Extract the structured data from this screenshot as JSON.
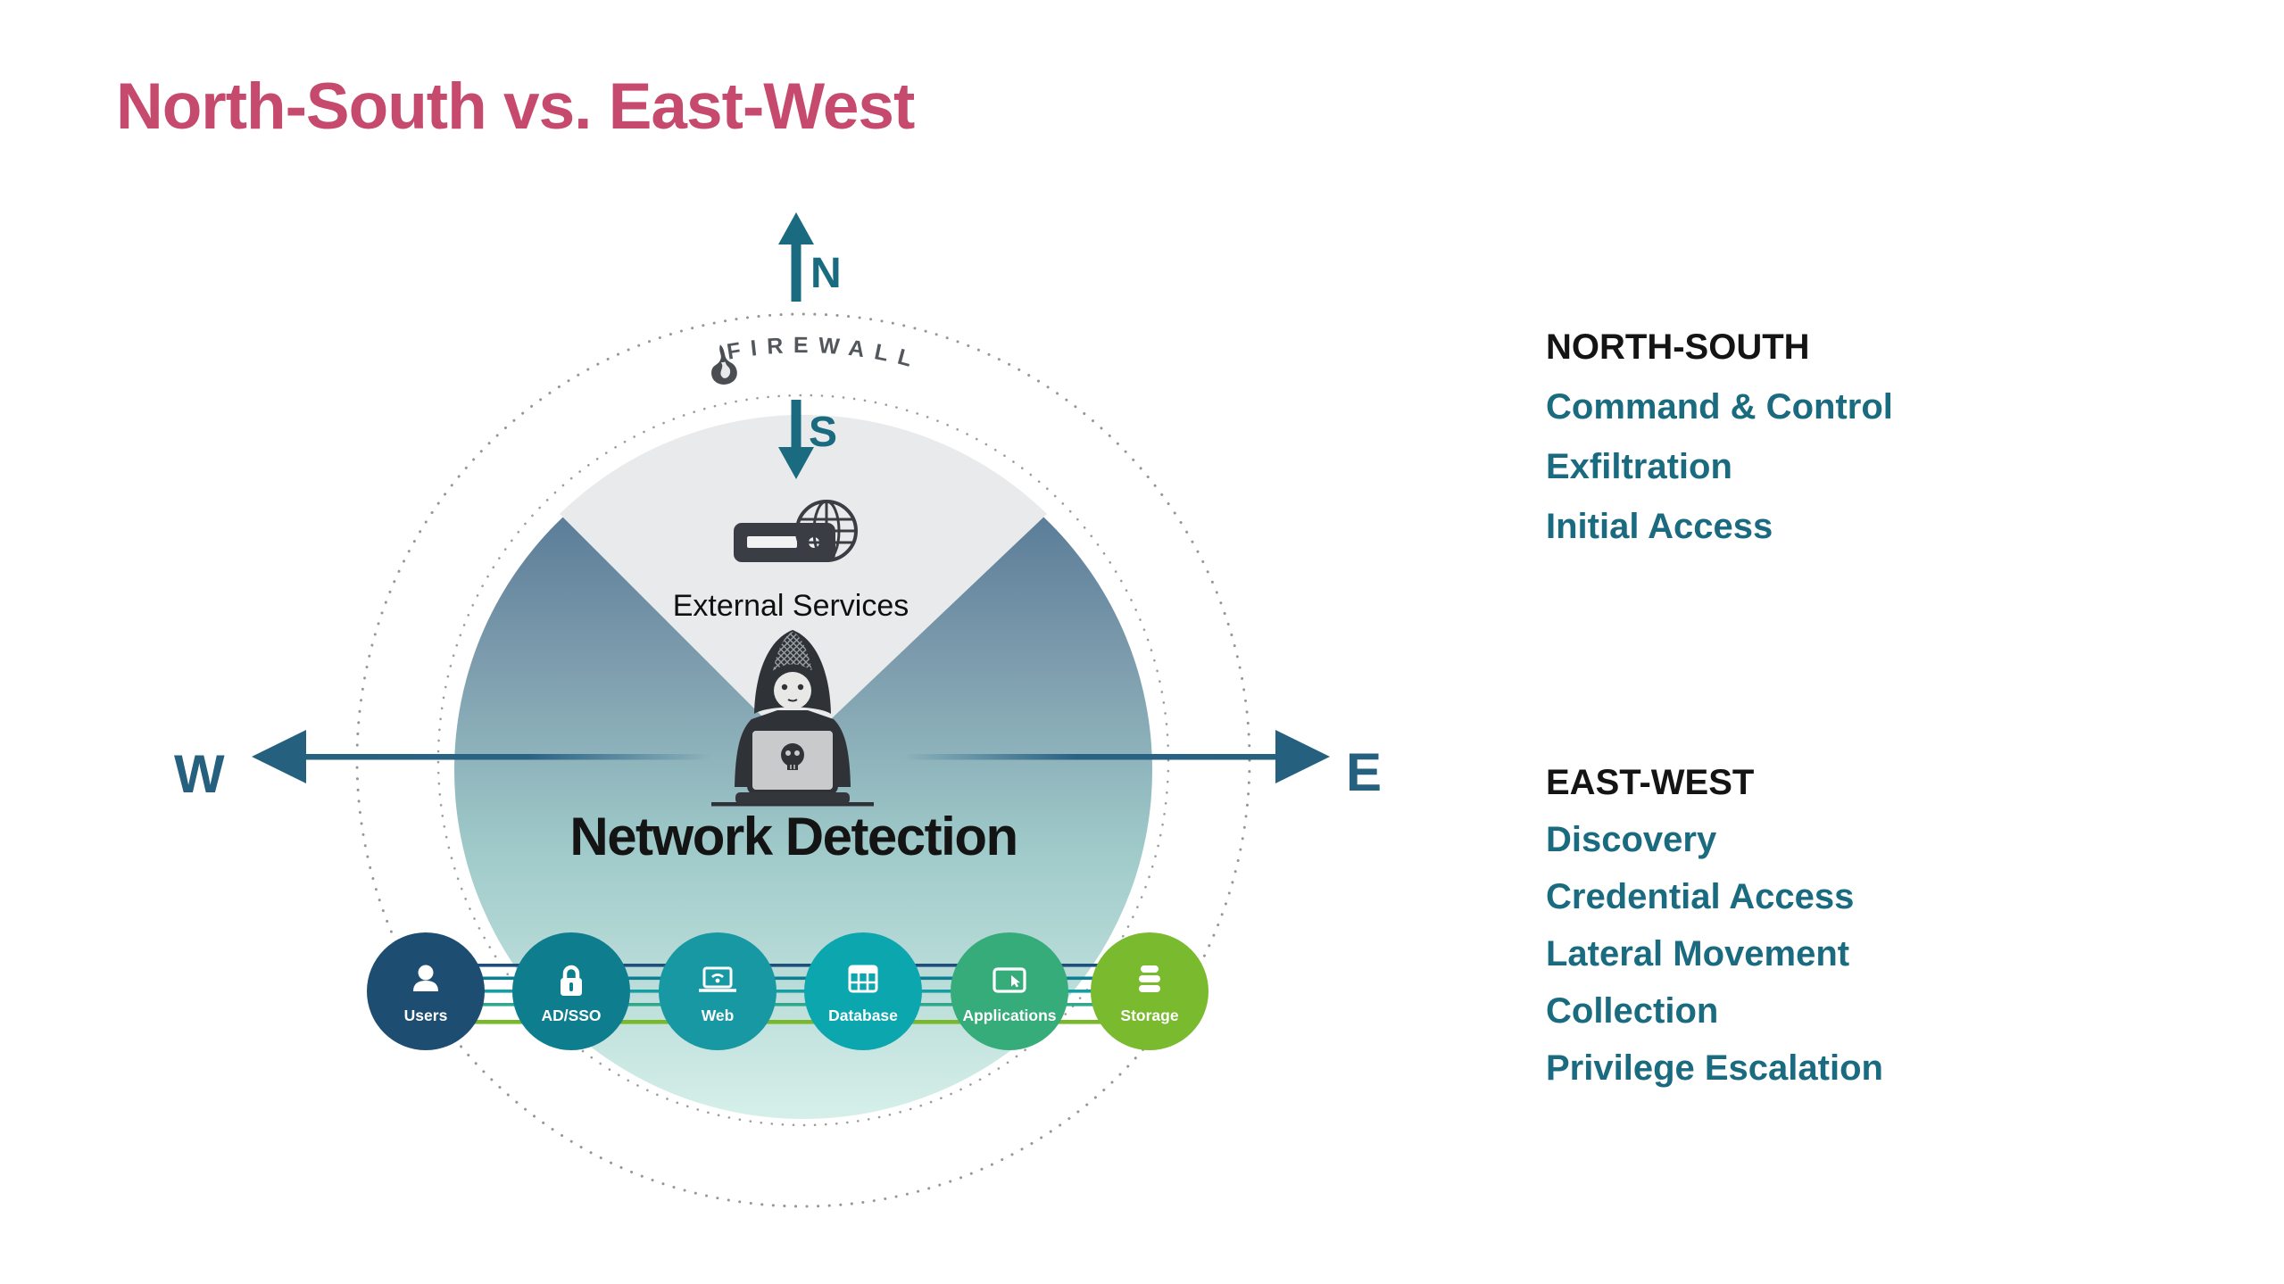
{
  "title": "North-South vs. East-West",
  "compass": {
    "n": "N",
    "s": "S",
    "w": "W",
    "e": "E"
  },
  "firewall_label": "FIREWALL",
  "external_services_label": "External Services",
  "network_detection_label": "Network Detection",
  "assets": [
    {
      "label": "Users",
      "color": "#1d4e71",
      "icon": "user-icon"
    },
    {
      "label": "AD/SSO",
      "color": "#0e7d8e",
      "icon": "lock-icon"
    },
    {
      "label": "Web",
      "color": "#1798a3",
      "icon": "laptop-wifi-icon"
    },
    {
      "label": "Database",
      "color": "#0ca7ae",
      "icon": "table-icon"
    },
    {
      "label": "Applications",
      "color": "#36ac7b",
      "icon": "app-window-icon"
    },
    {
      "label": "Storage",
      "color": "#79ba2e",
      "icon": "storage-stack-icon"
    }
  ],
  "flow_lines": [
    "#1e4e7a",
    "#0d7e92",
    "#12a0a5",
    "#2fa88b",
    "#79b82c"
  ],
  "north_south": {
    "heading": "NORTH-SOUTH",
    "items": [
      "Command & Control",
      "Exfiltration",
      "Initial Access"
    ]
  },
  "east_west": {
    "heading": "EAST-WEST",
    "items": [
      "Discovery",
      "Credential Access",
      "Lateral Movement",
      "Collection",
      "Privilege Escalation"
    ]
  },
  "colors": {
    "title": "#c64a6d",
    "heading_text": "#141414",
    "teal_text": "#1a6a80",
    "ns_arrow": "#1a6b80",
    "we_arrow": "#26607f",
    "circle_top": "#45688a",
    "circle_bottom": "#d6efe9",
    "wedge_gray": "#e9eaeb"
  }
}
